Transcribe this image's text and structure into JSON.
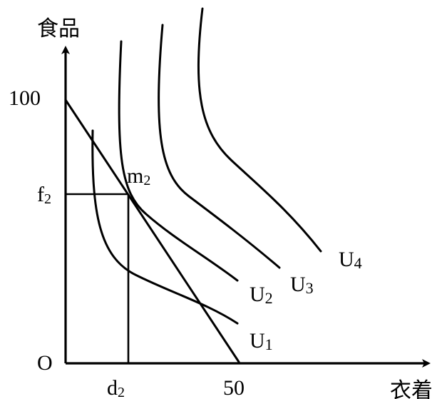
{
  "axes": {
    "y_label": "食品",
    "x_label": "衣着",
    "origin_label": "O"
  },
  "ticks": {
    "y_max": "100",
    "y_f2": {
      "base": "f",
      "sub": "2"
    },
    "x_d2": {
      "base": "d",
      "sub": "2"
    },
    "x_max": "50"
  },
  "point": {
    "base": "m",
    "sub": "2"
  },
  "curves": [
    {
      "base": "U",
      "sub": "1"
    },
    {
      "base": "U",
      "sub": "2"
    },
    {
      "base": "U",
      "sub": "3"
    },
    {
      "base": "U",
      "sub": "4"
    }
  ]
}
